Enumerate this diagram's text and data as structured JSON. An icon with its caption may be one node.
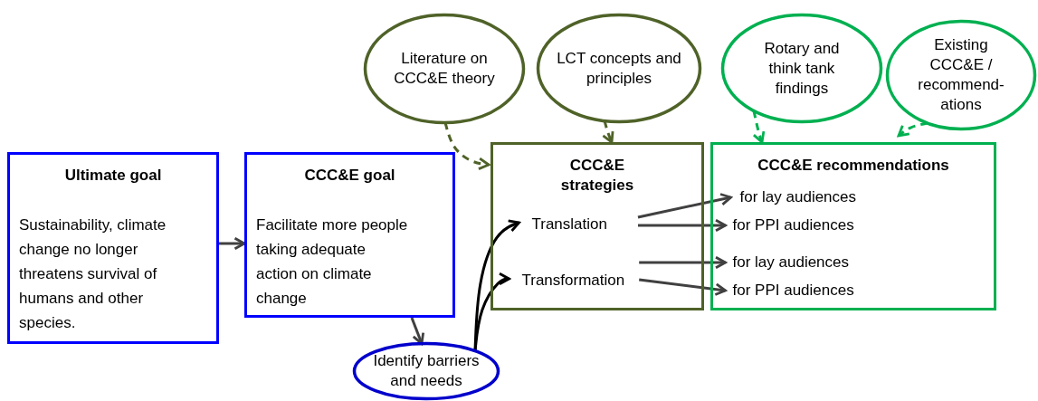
{
  "diagram": {
    "nodes": [
      {
        "text": [
          "Literature on CCC&E theory"
        ]
      },
      {
        "text": [
          "LCT concepts and principles"
        ]
      },
      {
        "text": [
          "Rotary and think tank findings"
        ]
      },
      {
        "text": [
          "Existing CCC&E / recommend-ations"
        ]
      },
      {
        "text": [
          "Ultimate goal",
          "Sustainability, climate change no longer threatens survival of humans and other species."
        ]
      },
      {
        "text": [
          "CCC&E goal",
          "Facilitate more people taking adequate action on climate change"
        ]
      },
      {
        "text": [
          "CCC&E strategies"
        ]
      },
      {
        "text": [
          "Translation"
        ],
        "in": 6
      },
      {
        "text": [
          "Transformation"
        ],
        "in": 6
      },
      {
        "text": [
          "CCC&E recommendations"
        ]
      },
      {
        "text": [
          "for lay audiences"
        ],
        "in": 9
      },
      {
        "text": [
          "for PPI audiences"
        ],
        "in": 9
      },
      {
        "text": [
          "for lay audiences"
        ],
        "in": 9
      },
      {
        "text": [
          "for PPI audiences"
        ],
        "in": 9
      },
      {
        "text": [
          "Identify barriers and needs"
        ]
      }
    ],
    "edges": [
      {
        "from": 4,
        "to": 5,
        "arrow": "to"
      },
      {
        "from": 5,
        "to": 14,
        "arrow": "to"
      },
      {
        "from": 0,
        "to": 6,
        "arrow": "to",
        "style": "dashed",
        "color": "#4f6228"
      },
      {
        "from": 1,
        "to": 6,
        "arrow": "to",
        "style": "dashed",
        "color": "#4f6228"
      },
      {
        "from": 2,
        "to": 9,
        "arrow": "to",
        "style": "dashed",
        "color": "#00b050"
      },
      {
        "from": 3,
        "to": 9,
        "arrow": "to",
        "style": "dashed",
        "color": "#00b050"
      },
      {
        "from": 14,
        "to": 7,
        "arrow": "to",
        "color": "#000000"
      },
      {
        "from": 14,
        "to": 8,
        "arrow": "to",
        "color": "#000000"
      },
      {
        "from": 7,
        "to": 10,
        "arrow": "to"
      },
      {
        "from": 7,
        "to": 11,
        "arrow": "to"
      },
      {
        "from": 8,
        "to": 12,
        "arrow": "to"
      },
      {
        "from": 8,
        "to": 13,
        "arrow": "to"
      }
    ]
  }
}
